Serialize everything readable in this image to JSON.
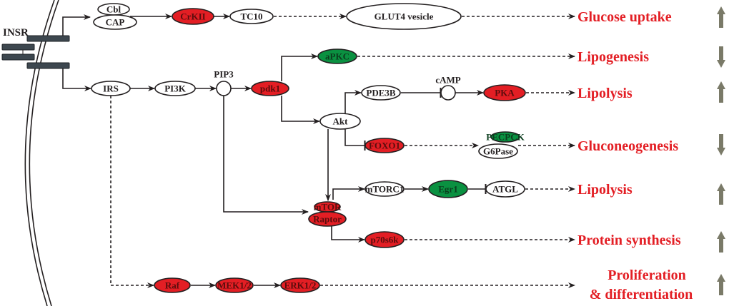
{
  "receptor": {
    "label": "INSR"
  },
  "nodes": {
    "cbl": "Cbl",
    "cap": "CAP",
    "crkii": "CrKII",
    "tc10": "TC10",
    "glut4": "GLUT4 vesicle",
    "irs": "IRS",
    "pi3k": "PI3K",
    "pip3": "PIP3",
    "pdk1": "pdk1",
    "apkc": "aPKC",
    "akt": "Akt",
    "pde3b": "PDE3B",
    "camp": "cAMP",
    "pka": "PKA",
    "foxo1": "FOXO1",
    "pepck": "PECPCK",
    "g6pase": "G6Pase",
    "mtor": "mTOR",
    "raptor": "Raptor",
    "mtorc1": "mTORC1",
    "egr1": "Egr1",
    "atgl": "ATGL",
    "p70s6k": "p70s6k",
    "raf": "Raf",
    "mek": "MEK1/2",
    "erk": "ERK1/2"
  },
  "outcomes": [
    {
      "label": "Glucose uptake",
      "direction": "up"
    },
    {
      "label": "Lipogenesis",
      "direction": "down"
    },
    {
      "label": "Lipolysis",
      "direction": "up"
    },
    {
      "label": "Gluconeogenesis",
      "direction": "down"
    },
    {
      "label": "Lipolysis",
      "direction": "up"
    },
    {
      "label": "Protein synthesis",
      "direction": "up"
    },
    {
      "label": "Proliferation",
      "label2": "& differentiation",
      "direction": "up"
    }
  ],
  "colors": {
    "upregulated": "#e31e24",
    "downregulated": "#0a9141",
    "outcome_text": "#e31e24",
    "trend_arrow": "#7a7a68",
    "receptor": "#3d474f"
  }
}
